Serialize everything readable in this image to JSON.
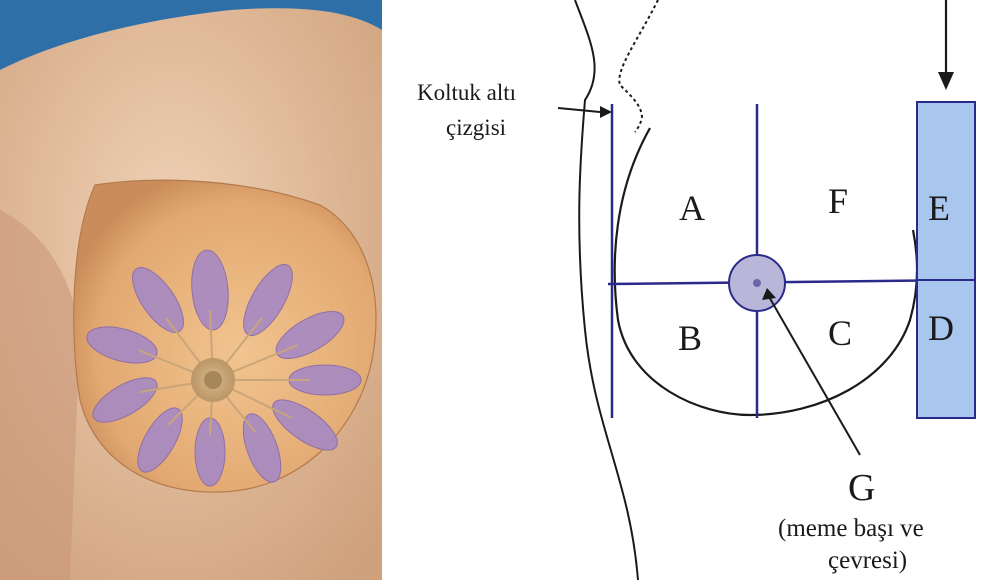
{
  "diagram": {
    "axilla_label_line1": "Koltuk altı",
    "axilla_label_line2": "çizgisi",
    "quadrants": {
      "A": "A",
      "B": "B",
      "C": "C",
      "D": "D",
      "E": "E",
      "F": "F",
      "G": "G"
    },
    "g_caption_line1": "(meme başı ve",
    "g_caption_line2": "çevresi)"
  },
  "colors": {
    "skin": "#e6c3a3",
    "breast": "#e8b27e",
    "lobules": "#a88ac2",
    "background_blue": "#2f6fa8",
    "diagram_lines": "#2a2a8a",
    "tail_box": "#a9c7ee"
  }
}
